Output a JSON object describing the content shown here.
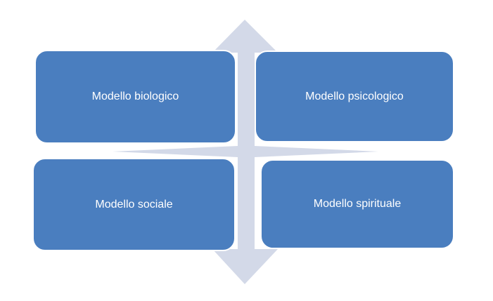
{
  "colors": {
    "box_fill": "#4a7ebf",
    "arrow_fill": "#d3d9e8"
  },
  "boxes": [
    {
      "label": "Modello biologico"
    },
    {
      "label": "Modello psicologico"
    },
    {
      "label": "Modello sociale"
    },
    {
      "label": "Modello spirituale"
    }
  ]
}
